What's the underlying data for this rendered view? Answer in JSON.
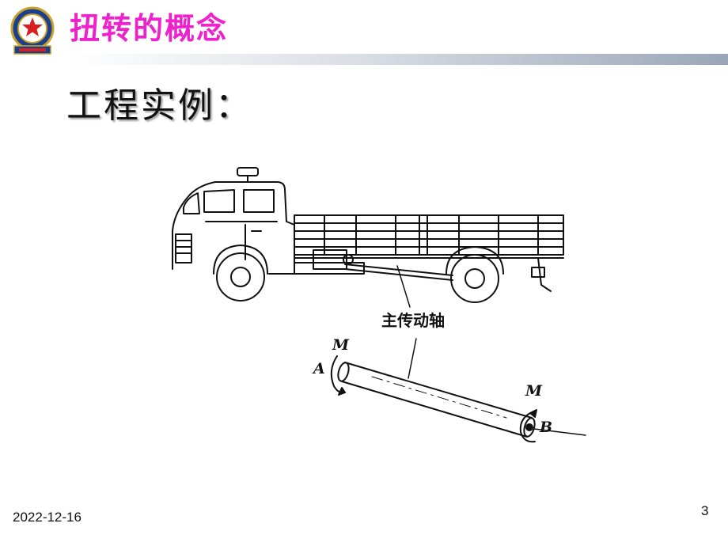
{
  "header": {
    "title": "扭转的概念",
    "title_color": "#ee22cc",
    "logo_icon": "emblem-red-star-icon"
  },
  "content": {
    "subtitle": "工程实例："
  },
  "figure": {
    "shaft_label": "主传动轴",
    "moment_label_a": "M",
    "moment_label_b": "M",
    "point_a": "A",
    "point_b": "B"
  },
  "footer": {
    "date": "2022-12-16",
    "page_number": "3"
  }
}
